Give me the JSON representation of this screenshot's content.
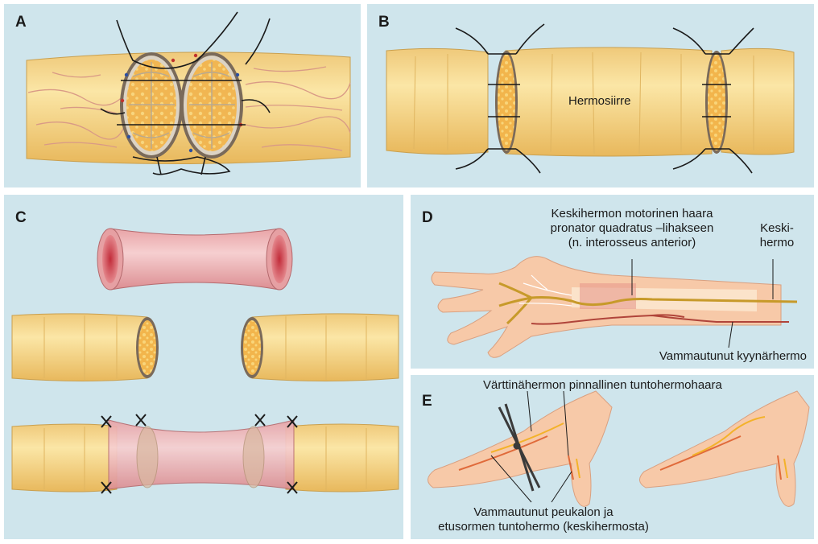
{
  "panels": {
    "a": {
      "label": "A"
    },
    "b": {
      "label": "B",
      "graft_label": "Hermosiirre"
    },
    "c": {
      "label": "C"
    },
    "d": {
      "label": "D",
      "motor_branch_line1": "Keskihermon motorinen haara",
      "motor_branch_line2": "pronator quadratus –lihakseen",
      "motor_branch_line3": "(n. interosseus anterior)",
      "median_line1": "Keski-",
      "median_line2": "hermo",
      "ulnar_label": "Vammautunut kyynärhermo"
    },
    "e": {
      "label": "E",
      "radial_label": "Värttinähermon pinnallinen tuntohermohaara",
      "injured_line1": "Vammautunut peukalon ja",
      "injured_line2": "etusormen tuntohermo (keskihermosta)"
    }
  },
  "colors": {
    "background": "#cfe5ec",
    "nerve": "#f6d889",
    "nerve_dark": "#d9ae4e",
    "fascicle": "#f0b048",
    "conduit": "#eab0b2",
    "skin": "#f7c9a8",
    "artery": "#c8443a"
  }
}
